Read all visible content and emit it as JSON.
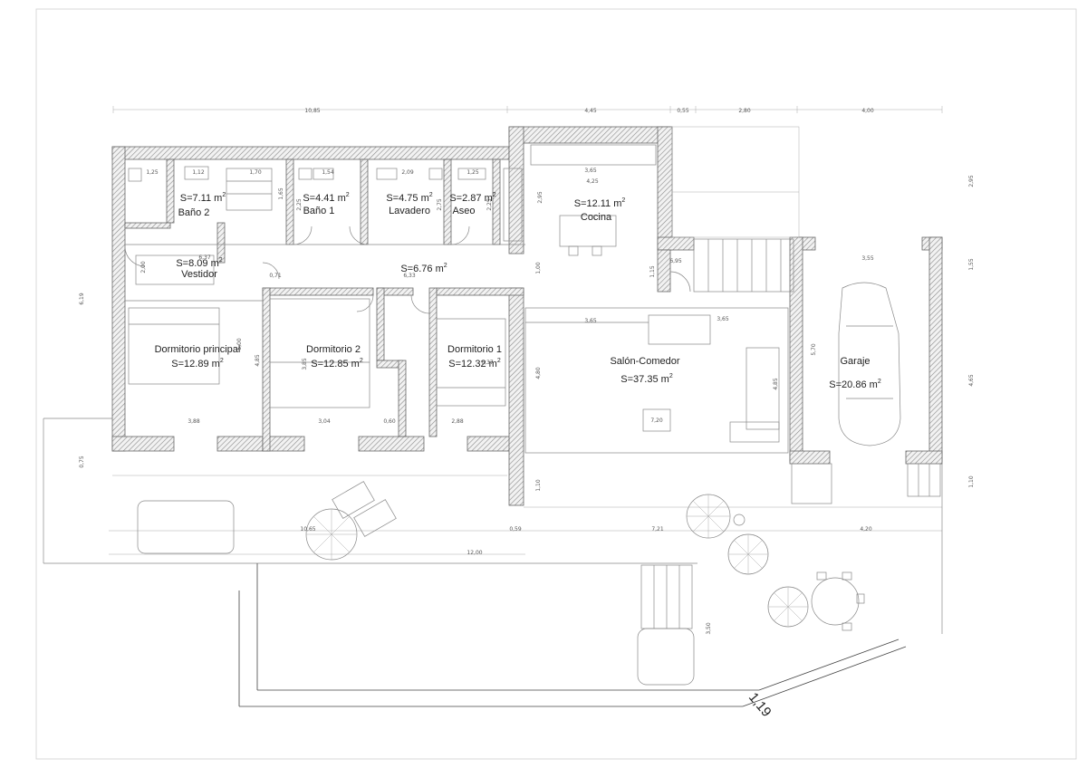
{
  "rooms": [
    {
      "id": "bano2",
      "name": "Baño 2",
      "area": "S=7.11"
    },
    {
      "id": "bano1",
      "name": "Baño 1",
      "area": "S=4.41"
    },
    {
      "id": "lavadero",
      "name": "Lavadero",
      "area": "S=4.75"
    },
    {
      "id": "aseo",
      "name": "Aseo",
      "area": "S=2.87"
    },
    {
      "id": "cocina",
      "name": "Cocina",
      "area": "S=12.11"
    },
    {
      "id": "vestidor",
      "name": "Vestidor",
      "area": "S=8.09"
    },
    {
      "id": "pasillo",
      "name": "",
      "area": "S=6.76"
    },
    {
      "id": "dorm-principal",
      "name": "Dormitorio principal",
      "area": "S=12.89"
    },
    {
      "id": "dorm2",
      "name": "Dormitorio 2",
      "area": "S=12.85"
    },
    {
      "id": "dorm1",
      "name": "Dormitorio 1",
      "area": "S=12.32"
    },
    {
      "id": "salon",
      "name": "Salón-Comedor",
      "area": "S=37.35"
    },
    {
      "id": "garaje",
      "name": "Garaje",
      "area": "S=20.86"
    }
  ],
  "area_unit": "m",
  "area_exponent": "2",
  "dimensions": {
    "top": [
      "10,85",
      "4,45",
      "0,55",
      "2,80",
      "4,00"
    ],
    "rooms_top": [
      "1,25",
      "1,12",
      "1,70",
      "1,54",
      "2,09",
      "1,25",
      "3,65",
      "4,25"
    ],
    "interior": [
      "0,71",
      "6,33",
      "3,65",
      "3,65",
      "6,95",
      "3,55",
      "3,88",
      "3,04",
      "0,60",
      "2,88",
      "7,20"
    ],
    "bottom": [
      "10,65",
      "0,59",
      "7,21",
      "4,20",
      "12,00"
    ],
    "vertical": [
      "2,95",
      "1,55",
      "4,65",
      "1,10",
      "6,19",
      "0,75",
      "2,00",
      "1,65",
      "2,25",
      "2,75",
      "2,25",
      "2,95",
      "1,00",
      "1,15",
      "5,00",
      "4,85",
      "3,85",
      "4,80",
      "4,85",
      "5,70",
      "1,10",
      "3,50",
      "6,37",
      "6,37"
    ],
    "angled": "1,19"
  }
}
